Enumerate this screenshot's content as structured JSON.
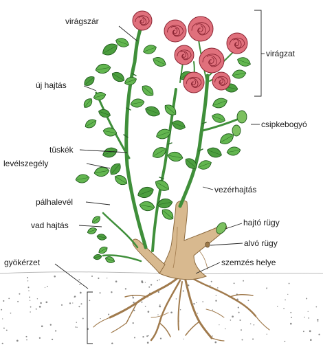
{
  "labels": {
    "viragszar": "virágszár",
    "uj_hajtas": "új hajtás",
    "viragzat": "virágzat",
    "csipkebogyo": "csipkebogyó",
    "tuskek": "tüskék",
    "levelszegely": "levélszegély",
    "vezerhajtas": "vezérhajtás",
    "palhalevel": "pálhalevél",
    "vad_hajtas": "vad hajtás",
    "hajto_rugy": "hajtó rügy",
    "alvo_rugy": "alvó rügy",
    "gyokerzet": "gyökérzet",
    "szemzes_helye": "szemzés helye"
  },
  "colors": {
    "leaf": "#63b650",
    "stem": "#3f8f3a",
    "rose": "#e0707c",
    "root": "#d8b98f",
    "soil_dots": "#8a8a8a"
  }
}
